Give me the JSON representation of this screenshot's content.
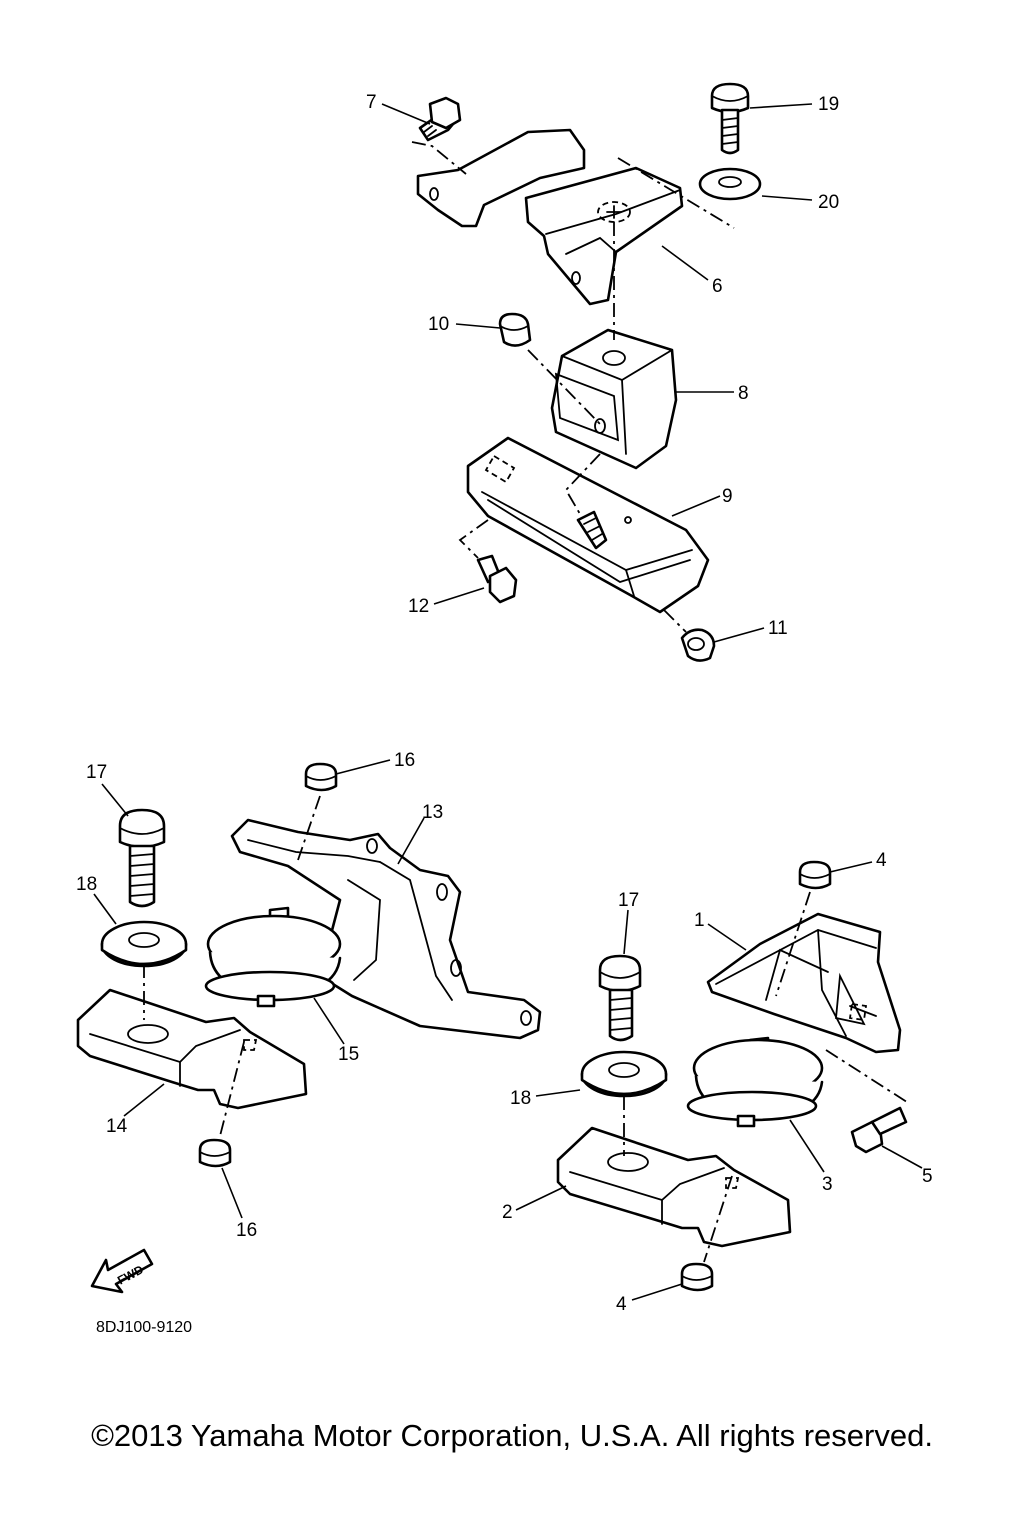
{
  "diagram": {
    "callouts": [
      "1",
      "2",
      "3",
      "4",
      "5",
      "6",
      "7",
      "8",
      "9",
      "10",
      "11",
      "12",
      "13",
      "14",
      "15",
      "16",
      "17",
      "18",
      "19",
      "20"
    ],
    "drawing_code": "8DJ100-9120",
    "direction_label": "FWD"
  },
  "footer": {
    "copyright": "©2013 Yamaha Motor Corporation, U.S.A. All rights reserved."
  }
}
